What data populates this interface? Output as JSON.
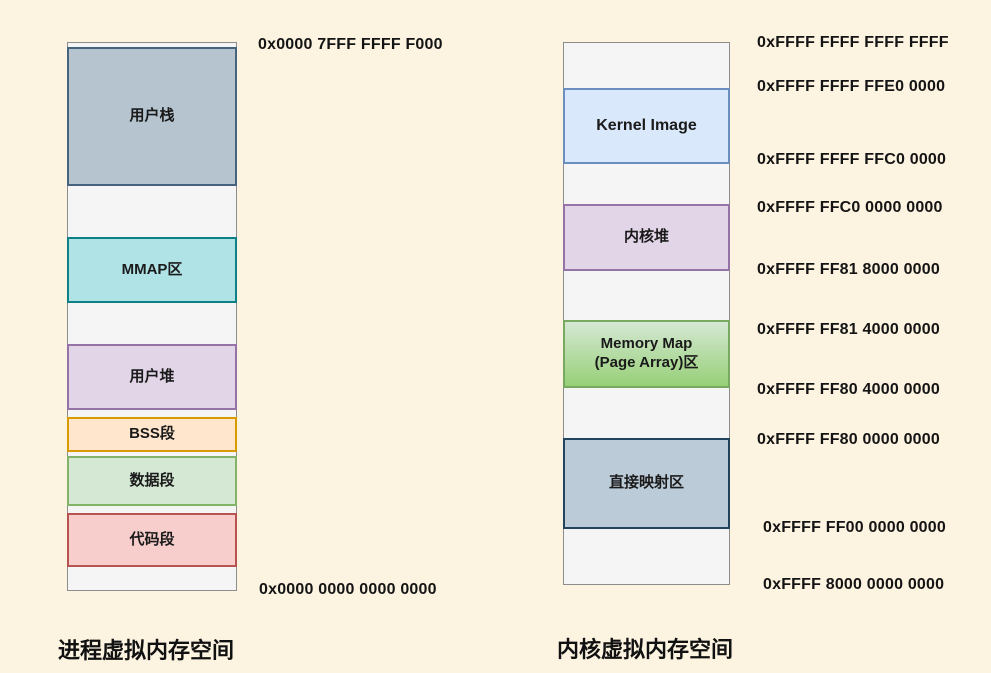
{
  "background": "#FCF3E1",
  "text_color": "#141414",
  "process_diagram": {
    "caption": "进程虚拟内存空间",
    "top_address": "0x0000 7FFF FFFF F000",
    "bottom_address": "0x0000 0000 0000 0000",
    "segments": [
      {
        "label": "用户栈",
        "fill": "#b5c4cf",
        "stroke": "#46647d"
      },
      {
        "label": "MMAP区",
        "fill": "#b0e3e6",
        "stroke": "#0e8088"
      },
      {
        "label": "用户堆",
        "fill": "#e1d5e7",
        "stroke": "#9673a6"
      },
      {
        "label": "BSS段",
        "fill": "#ffe6cc",
        "stroke": "#d79b00"
      },
      {
        "label": "数据段",
        "fill": "#d5e8d4",
        "stroke": "#82b366"
      },
      {
        "label": "代码段",
        "fill": "#f8cecc",
        "stroke": "#b85450"
      }
    ]
  },
  "kernel_diagram": {
    "caption": "内核虚拟内存空间",
    "segments": [
      {
        "label": "Kernel Image",
        "fill": "#dae8fc",
        "stroke": "#6c8ebf"
      },
      {
        "label": "内核堆",
        "fill": "#e1d5e7",
        "stroke": "#9673a6"
      },
      {
        "label_line1": "Memory Map",
        "label_line2": "(Page Array)区",
        "fill_top": "#d5e8d4",
        "fill_bottom": "#97d077",
        "stroke": "#79a860"
      },
      {
        "label": "直接映射区",
        "fill": "#bccbd8",
        "stroke": "#23445d"
      }
    ],
    "addresses": [
      "0xFFFF FFFF FFFF FFFF",
      "0xFFFF FFFF FFE0 0000",
      "0xFFFF FFFF FFC0 0000",
      "0xFFFF FFC0 0000 0000",
      "0xFFFF FF81 8000 0000",
      "0xFFFF FF81 4000 0000",
      "0xFFFF FF80 4000 0000",
      "0xFFFF FF80 0000 0000",
      "0xFFFF FF00 0000 0000",
      "0xFFFF 8000 0000 0000"
    ]
  }
}
